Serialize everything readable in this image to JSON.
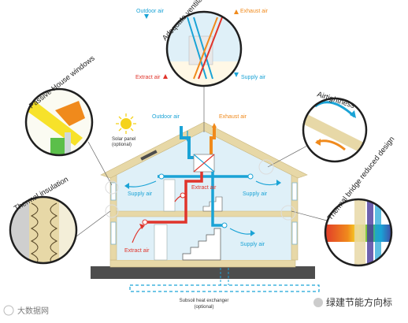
{
  "callouts": {
    "ventilation": "Adequate ventilation strategy",
    "windows": "Passive House windows",
    "airtightness": "Airtightness",
    "insulation": "Thermal insulation",
    "thermal_bridge": "Thermal bridge reduced design"
  },
  "flows": {
    "top_outdoor": "Outdoor air",
    "top_exhaust": "Exhaust air",
    "top_extract": "Extract air",
    "top_supply": "Supply air",
    "outdoor": "Outdoor air",
    "exhaust": "Exhaust air",
    "supply_upper_left": "Supply air",
    "extract_upper": "Extract air",
    "supply_upper_right": "Supply air",
    "extract_lower": "Extract air",
    "supply_lower_right": "Supply air"
  },
  "solar_panel": {
    "line1": "Solar panel",
    "line2": "(optional)"
  },
  "ground_exchanger": {
    "line1": "Subsoil heat exchanger",
    "line2": "(optional)"
  },
  "watermarks": {
    "left": "大数据网",
    "right": "绿建节能方向标"
  },
  "colors": {
    "supply_blue": "#1aa3d6",
    "extract_red": "#e0342b",
    "exhaust_orange": "#f08a1c",
    "insulation_tan": "#e7d8a7",
    "window_yellow": "#f7e22a",
    "thermal_bridge_spectrum": [
      "#e0342b",
      "#f08a1c",
      "#f7e22a",
      "#5bbf4a",
      "#1aa3d6",
      "#4a3a9c"
    ]
  }
}
